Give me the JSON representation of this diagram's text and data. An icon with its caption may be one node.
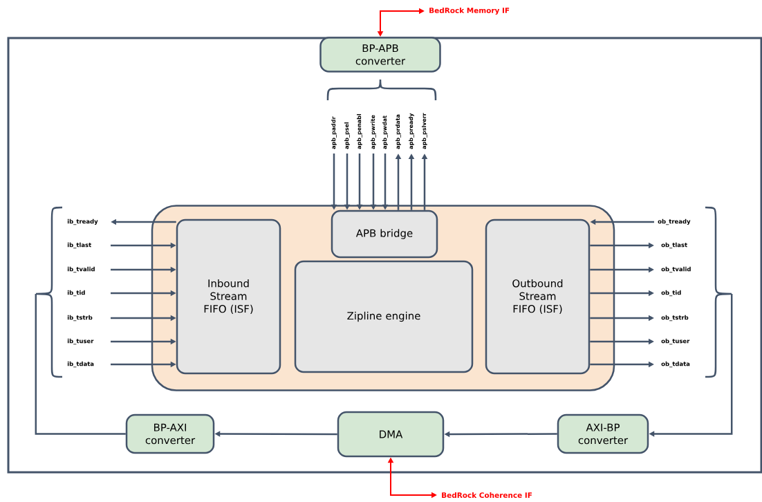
{
  "diagram": {
    "nodes": [
      {
        "text": [
          "BP-APB converter"
        ]
      },
      {
        "text": [],
        "shape": "box"
      },
      {
        "text": [
          "Inbound Stream FIFO (ISF)"
        ],
        "in": 1
      },
      {
        "text": [
          "APB bridge"
        ],
        "in": 1
      },
      {
        "text": [
          "Zipline engine"
        ],
        "in": 1
      },
      {
        "text": [
          "Outbound Stream FIFO (ISF)"
        ],
        "in": 1
      },
      {
        "text": [
          "BP-AXI converter"
        ]
      },
      {
        "text": [
          "DMA"
        ]
      },
      {
        "text": [
          "AXI-BP converter"
        ]
      },
      {
        "text": [
          "apb_paddr"
        ]
      },
      {
        "text": [
          "apb_psel"
        ]
      },
      {
        "text": [
          "apb_penabl"
        ]
      },
      {
        "text": [
          "apb_pwrite"
        ]
      },
      {
        "text": [
          "apb_pwdat"
        ]
      },
      {
        "text": [
          "apb_prdata"
        ]
      },
      {
        "text": [
          "apb_pready"
        ]
      },
      {
        "text": [
          "apb_pslverr"
        ]
      },
      {
        "text": [
          "ib_tready"
        ]
      },
      {
        "text": [
          "ib_tlast"
        ]
      },
      {
        "text": [
          "ib_tvalid"
        ]
      },
      {
        "text": [
          "ib_tid"
        ]
      },
      {
        "text": [
          "ib_tstrb"
        ]
      },
      {
        "text": [
          "ib_tuser"
        ]
      },
      {
        "text": [
          "ib_tdata"
        ]
      },
      {
        "text": [
          "ob_tready"
        ]
      },
      {
        "text": [
          "ob_tlast"
        ]
      },
      {
        "text": [
          "ob_tvalid"
        ]
      },
      {
        "text": [
          "ob_tid"
        ]
      },
      {
        "text": [
          "ob_tstrb"
        ]
      },
      {
        "text": [
          "ob_tuser"
        ]
      },
      {
        "text": [
          "ob_tdata"
        ]
      },
      {
        "text": [
          "BedRock Memory IF"
        ]
      },
      {
        "text": [
          "BedRock Coherence IF"
        ]
      },
      {
        "text": [],
        "shape": "brace"
      },
      {
        "text": [],
        "shape": "brace"
      }
    ],
    "edges": [
      {
        "from": 0,
        "to": 31,
        "arrow": "both",
        "color": "#ff0000"
      },
      {
        "from": 7,
        "to": 32,
        "arrow": "both",
        "color": "#ff0000"
      },
      {
        "from": 9,
        "to": 3,
        "arrow": "to"
      },
      {
        "from": 10,
        "to": 3,
        "arrow": "to"
      },
      {
        "from": 11,
        "to": 3,
        "arrow": "to"
      },
      {
        "from": 12,
        "to": 3,
        "arrow": "to"
      },
      {
        "from": 13,
        "to": 3,
        "arrow": "to"
      },
      {
        "from": 3,
        "to": 14,
        "arrow": "to"
      },
      {
        "from": 3,
        "to": 15,
        "arrow": "to"
      },
      {
        "from": 3,
        "to": 16,
        "arrow": "to"
      },
      {
        "from": 2,
        "to": 17,
        "arrow": "to"
      },
      {
        "from": 18,
        "to": 2,
        "arrow": "to"
      },
      {
        "from": 19,
        "to": 2,
        "arrow": "to"
      },
      {
        "from": 20,
        "to": 2,
        "arrow": "to"
      },
      {
        "from": 21,
        "to": 2,
        "arrow": "to"
      },
      {
        "from": 22,
        "to": 2,
        "arrow": "to"
      },
      {
        "from": 23,
        "to": 2,
        "arrow": "to"
      },
      {
        "from": 24,
        "to": 5,
        "arrow": "to"
      },
      {
        "from": 5,
        "to": 25,
        "arrow": "to"
      },
      {
        "from": 5,
        "to": 26,
        "arrow": "to"
      },
      {
        "from": 5,
        "to": 27,
        "arrow": "to"
      },
      {
        "from": 5,
        "to": 28,
        "arrow": "to"
      },
      {
        "from": 5,
        "to": 29,
        "arrow": "to"
      },
      {
        "from": 5,
        "to": 30,
        "arrow": "to"
      },
      {
        "from": 8,
        "to": 7,
        "arrow": "to"
      },
      {
        "from": 7,
        "to": 6,
        "arrow": "to"
      },
      {
        "from": 6,
        "to": 33,
        "arrow": "none"
      },
      {
        "from": 34,
        "to": 8,
        "arrow": "to"
      }
    ]
  }
}
